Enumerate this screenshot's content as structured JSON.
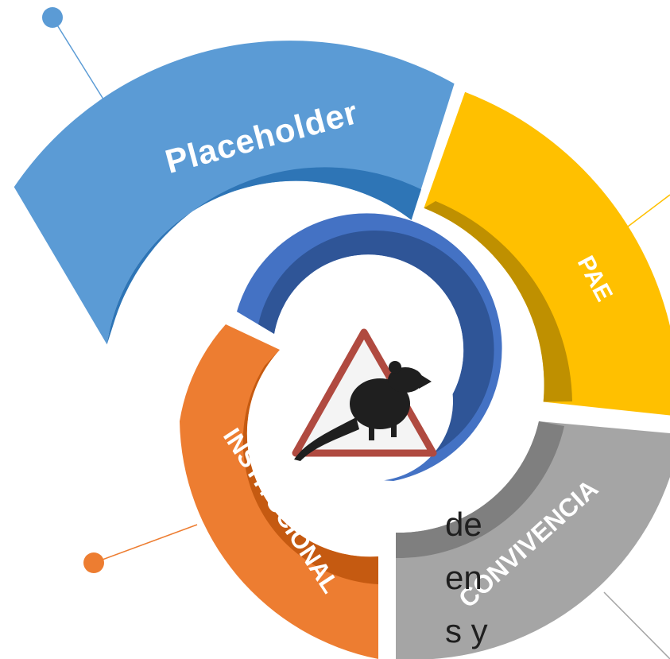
{
  "segments": {
    "placeholder": {
      "label": "Placeholder",
      "color": "#5b9bd5",
      "shade": "#2e75b6"
    },
    "pae": {
      "label": "PAE",
      "color": "#ffc000",
      "shade": "#bf9000"
    },
    "convivencia": {
      "label": "CONVIVENCIA",
      "color": "#a5a5a5",
      "shade": "#7f7f7f"
    },
    "institucional": {
      "label": "INSTITUCIONAL",
      "color": "#ed7d31",
      "shade": "#c55a11"
    }
  },
  "inner_spiral": {
    "color": "#4472c4",
    "shade": "#2f5597"
  },
  "center_icon": "rat-warning-sign-icon",
  "side_text": {
    "line1": "de",
    "line2": "en",
    "line3": "s y"
  }
}
